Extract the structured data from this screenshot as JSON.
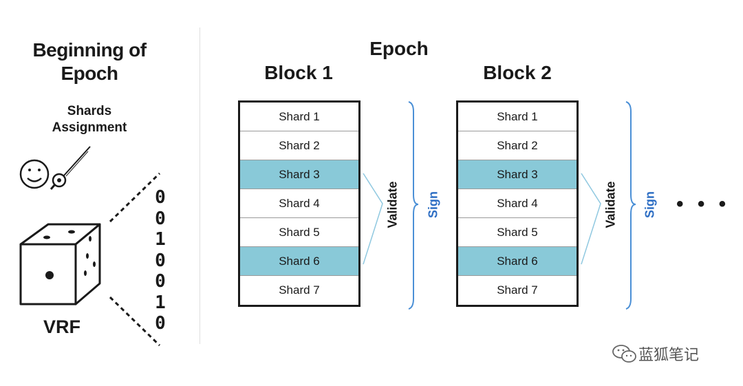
{
  "left_panel": {
    "title_line1": "Beginning of",
    "title_line2": "Epoch",
    "shards_line1": "Shards",
    "shards_line2": "Assignment",
    "vrf_label": "VRF",
    "bits": [
      "0",
      "0",
      "1",
      "0",
      "0",
      "1",
      "0"
    ]
  },
  "epoch_title": "Epoch",
  "blocks": [
    {
      "title": "Block 1",
      "shards": [
        "Shard 1",
        "Shard 2",
        "Shard 3",
        "Shard 4",
        "Shard 5",
        "Shard 6",
        "Shard 7"
      ],
      "validate_label": "Validate",
      "sign_label": "Sign"
    },
    {
      "title": "Block 2",
      "shards": [
        "Shard 1",
        "Shard 2",
        "Shard 3",
        "Shard 4",
        "Shard 5",
        "Shard 6",
        "Shard 7"
      ],
      "validate_label": "Validate",
      "sign_label": "Sign"
    }
  ],
  "highlighted_shards": [
    "Shard 3",
    "Shard 6"
  ],
  "continuation": "• • •",
  "watermark": "蓝狐笔记",
  "colors": {
    "highlight": "#89c9d8",
    "sign_label": "#2f6fc4",
    "bracket": "#4a8fd6",
    "validate_lines": "#8fc8e0"
  },
  "icons": [
    "smiley-face-icon",
    "magnifier-wand-icon",
    "dice-icon",
    "wechat-icon"
  ]
}
